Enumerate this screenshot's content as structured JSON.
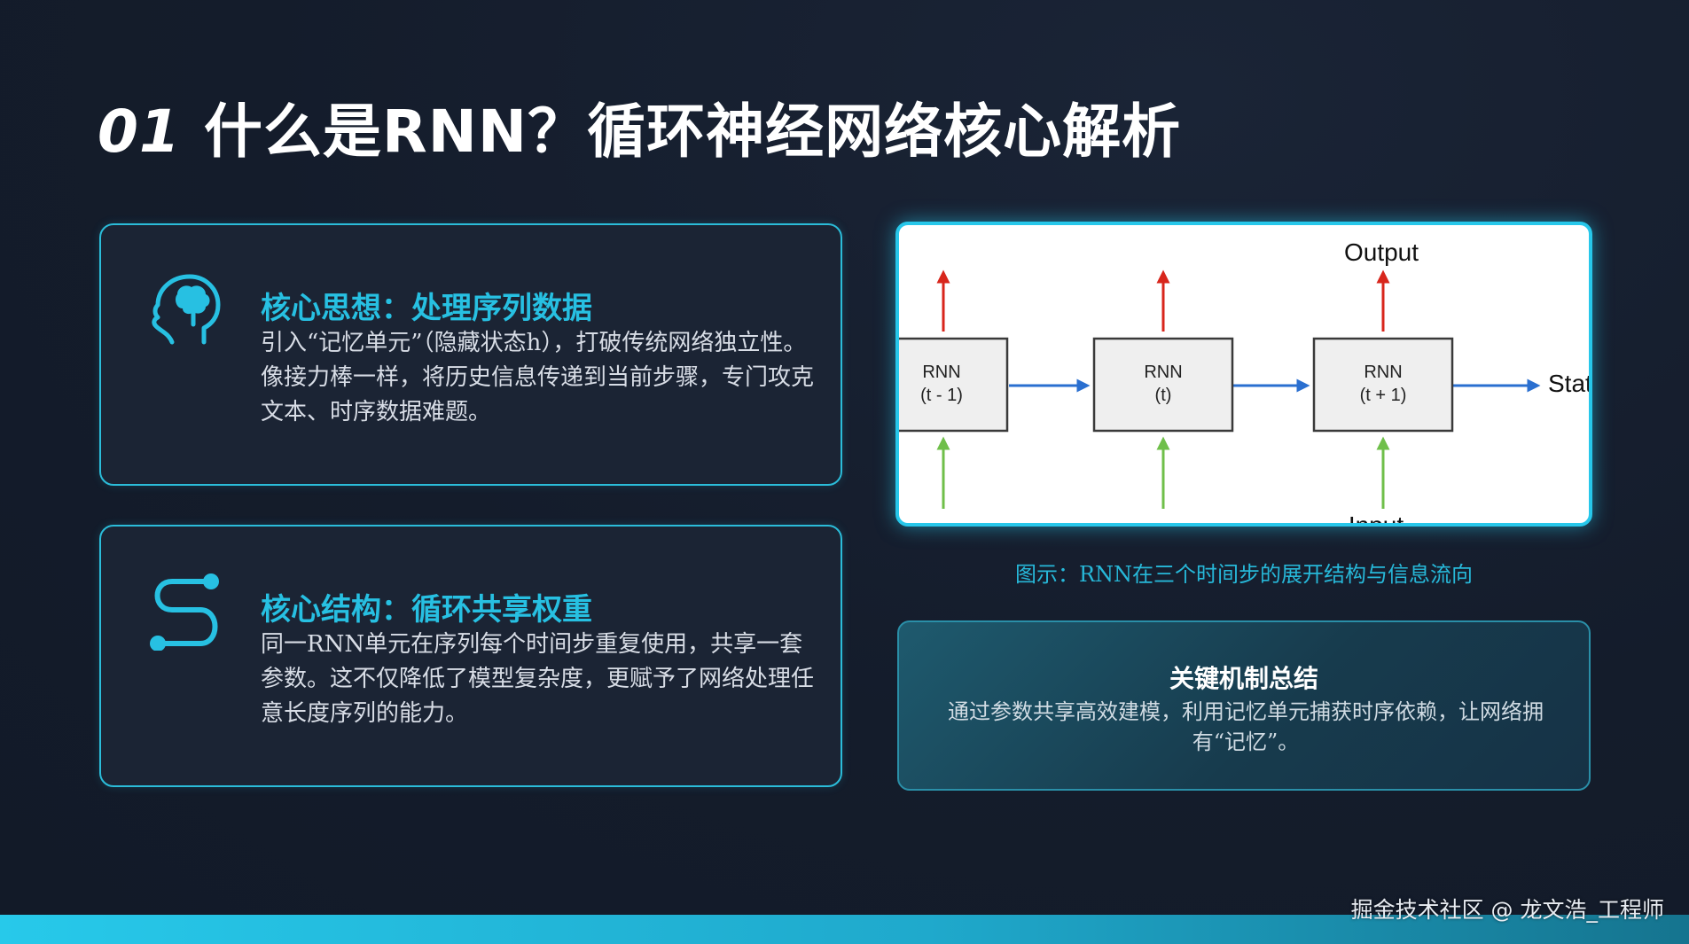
{
  "slide": {
    "title_number": "01",
    "title_text": "什么是RNN？循环神经网络核心解析"
  },
  "cards": [
    {
      "icon": "brain-head-icon",
      "title": "核心思想：处理序列数据",
      "body": "引入“记忆单元”（隐藏状态h），打破传统网络独立性。像接力棒一样，将历史信息传递到当前步骤，专门攻克文本、时序数据难题。"
    },
    {
      "icon": "loop-path-icon",
      "title": "核心结构：循环共享权重",
      "body": "同一RNN单元在序列每个时间步重复使用，共享一套参数。这不仅降低了模型复杂度，更赋予了网络处理任意长度序列的能力。"
    }
  ],
  "diagram": {
    "output_label": "Output",
    "input_label": "Input",
    "state_label": "State",
    "cells": [
      {
        "line1": "RNN",
        "line2": "(t - 1)"
      },
      {
        "line1": "RNN",
        "line2": "(t)"
      },
      {
        "line1": "RNN",
        "line2": "(t + 1)"
      }
    ],
    "colors": {
      "output_arrow": "#d8261c",
      "input_arrow": "#6fbf4a",
      "state_arrow": "#2a6fd0",
      "cell_fill": "#efefef",
      "cell_border": "#3a3a3a"
    }
  },
  "caption": "图示：RNN在三个时间步的展开结构与信息流向",
  "summary": {
    "title": "关键机制总结",
    "body": "通过参数共享高效建模，利用记忆单元捕获时序依赖，让网络拥有“记忆”。"
  },
  "watermark": "掘金技术社区 @ 龙文浩_工程师",
  "colors": {
    "accent": "#27c0e2",
    "background": "#141c2b"
  }
}
